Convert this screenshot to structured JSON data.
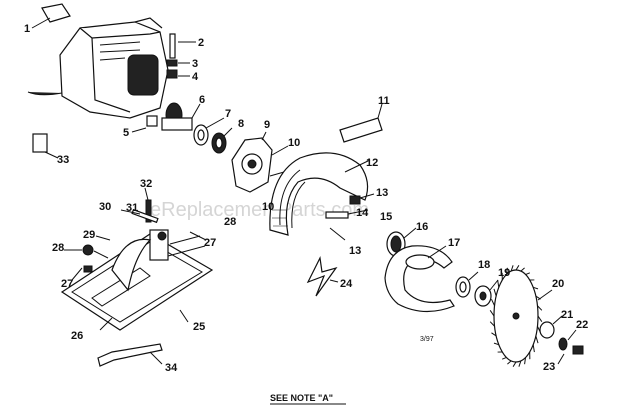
{
  "watermark": "eReplacementParts.com",
  "note": "SEE NOTE \"A\"",
  "date_code": "3/97",
  "callouts": [
    "1",
    "2",
    "3",
    "4",
    "5",
    "6",
    "7",
    "8",
    "9",
    "10",
    "10",
    "11",
    "12",
    "13",
    "13",
    "14",
    "15",
    "16",
    "17",
    "18",
    "19",
    "20",
    "21",
    "22",
    "23",
    "24",
    "25",
    "26",
    "27",
    "27",
    "28",
    "28",
    "29",
    "30",
    "31",
    "32",
    "33",
    "34"
  ],
  "colors": {
    "ink": "#111111",
    "background": "#ffffff",
    "watermark": "#c8c8c8"
  }
}
